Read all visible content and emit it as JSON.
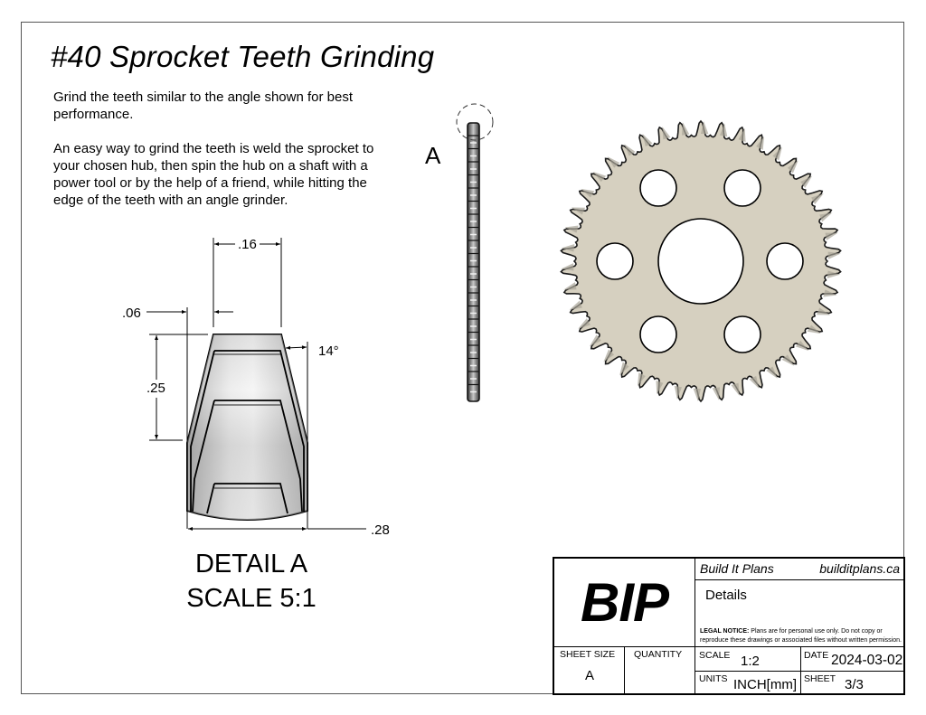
{
  "document": {
    "title": "#40 Sprocket Teeth Grinding",
    "paragraphs": [
      "Grind the teeth similar to the angle shown for best performance.",
      "An easy way to grind the teeth is weld the sprocket to your chosen hub, then spin the hub on a shaft with a power tool or by the help of a friend, while hitting the edge of the teeth with an angle grinder."
    ]
  },
  "detail_view": {
    "label_line1": "DETAIL A",
    "label_line2": "SCALE 5:1",
    "dimensions": {
      "top_width": ".16",
      "offset": ".06",
      "height": ".25",
      "angle": "14°",
      "bottom_width": ".28"
    }
  },
  "side_view": {
    "callout_label": "A"
  },
  "front_view": {
    "tooth_count": 42,
    "bolt_holes": 6,
    "fill_color": "#d6d0c0",
    "outline_color": "#1a1a1a"
  },
  "title_block": {
    "logo": "BIP",
    "company": "Build It Plans",
    "website": "builditplans.ca",
    "drawing_name": "Details",
    "legal_notice_label": "LEGAL NOTICE:",
    "legal_notice_text": " Plans are for personal use only. Do not copy or reproduce these drawings or associated files without written permission.",
    "sheet_size_label": "SHEET SIZE",
    "sheet_size": "A",
    "quantity_label": "QUANTITY",
    "quantity": "",
    "scale_label": "SCALE",
    "scale": "1:2",
    "date_label": "DATE",
    "date": "2024-03-02",
    "units_label": "UNITS",
    "units": "INCH[mm]",
    "sheet_label": "SHEET",
    "sheet": "3/3"
  }
}
